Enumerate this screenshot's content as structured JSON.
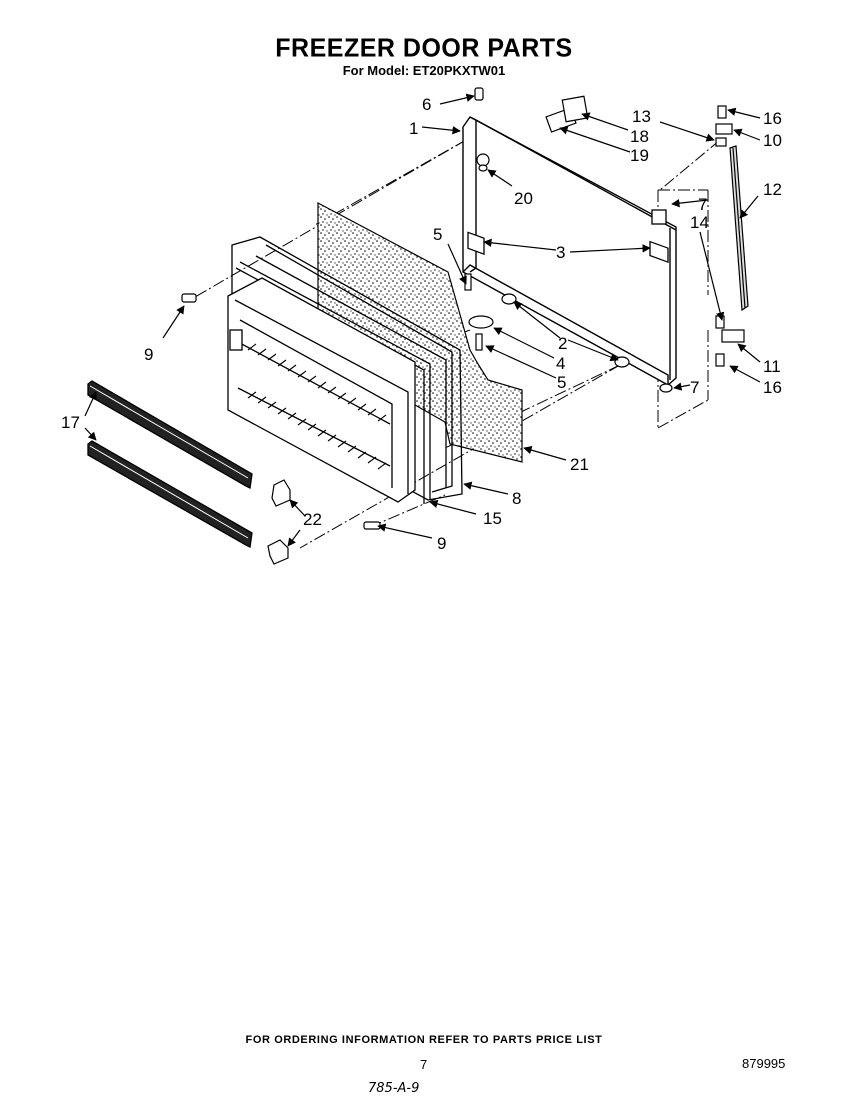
{
  "header": {
    "title": "FREEZER DOOR PARTS",
    "subtitle": "For Model: ET20PKXTW01"
  },
  "callouts": [
    {
      "id": "c1",
      "text": "1"
    },
    {
      "id": "c2",
      "text": "2"
    },
    {
      "id": "c3",
      "text": "3"
    },
    {
      "id": "c4",
      "text": "4"
    },
    {
      "id": "c5a",
      "text": "5"
    },
    {
      "id": "c5b",
      "text": "5"
    },
    {
      "id": "c6",
      "text": "6"
    },
    {
      "id": "c7a",
      "text": "7"
    },
    {
      "id": "c7b",
      "text": "7"
    },
    {
      "id": "c8",
      "text": "8"
    },
    {
      "id": "c9a",
      "text": "9"
    },
    {
      "id": "c9b",
      "text": "9"
    },
    {
      "id": "c10",
      "text": "10"
    },
    {
      "id": "c11",
      "text": "11"
    },
    {
      "id": "c12",
      "text": "12"
    },
    {
      "id": "c13",
      "text": "13"
    },
    {
      "id": "c14",
      "text": "14"
    },
    {
      "id": "c15",
      "text": "15"
    },
    {
      "id": "c16a",
      "text": "16"
    },
    {
      "id": "c16b",
      "text": "16"
    },
    {
      "id": "c17",
      "text": "17"
    },
    {
      "id": "c18",
      "text": "18"
    },
    {
      "id": "c19",
      "text": "19"
    },
    {
      "id": "c20",
      "text": "20"
    },
    {
      "id": "c21",
      "text": "21"
    },
    {
      "id": "c22",
      "text": "22"
    }
  ],
  "footer": {
    "ordering_note": "FOR ORDERING INFORMATION REFER TO PARTS PRICE LIST",
    "page_number": "7",
    "document_number": "879995",
    "code": "785-A-9"
  }
}
